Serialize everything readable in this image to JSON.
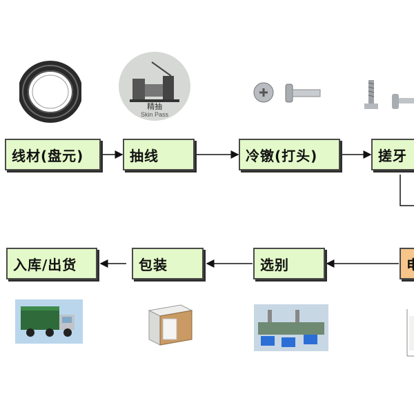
{
  "row1": [
    {
      "label": "线材(盘元)"
    },
    {
      "label": "抽线"
    },
    {
      "label": "冷镦(打头)"
    },
    {
      "label": "搓牙"
    }
  ],
  "row2": [
    {
      "label": "入库/出货"
    },
    {
      "label": "包装"
    },
    {
      "label": "选别"
    },
    {
      "label": "电"
    }
  ],
  "illustrations": {
    "drawing_machine": {
      "text1": "精抽",
      "text2": "Skin Pass"
    }
  }
}
